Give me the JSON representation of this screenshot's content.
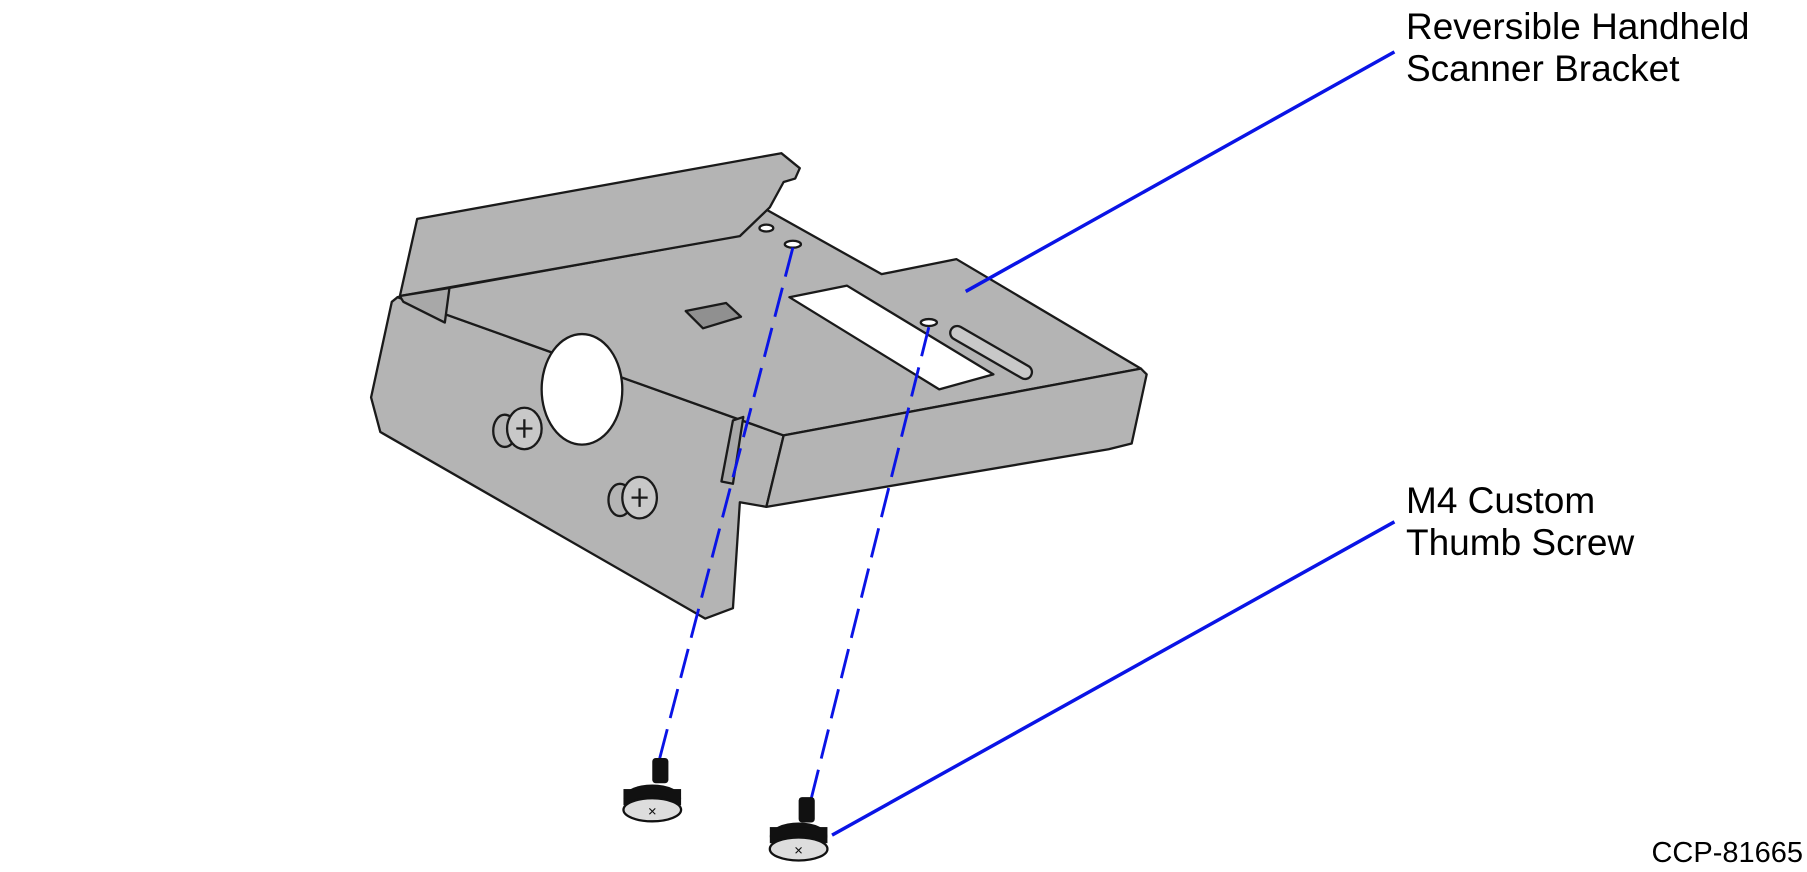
{
  "callouts": [
    {
      "line1": "Reversible Handheld",
      "line2": "Scanner Bracket"
    },
    {
      "line1": "M4 Custom",
      "line2": "Thumb Screw"
    }
  ],
  "figure_code": "CCP-81665",
  "colors": {
    "leader": "#0a14e6",
    "metal": "#b4b4b4",
    "outline": "#1a1a1a"
  }
}
